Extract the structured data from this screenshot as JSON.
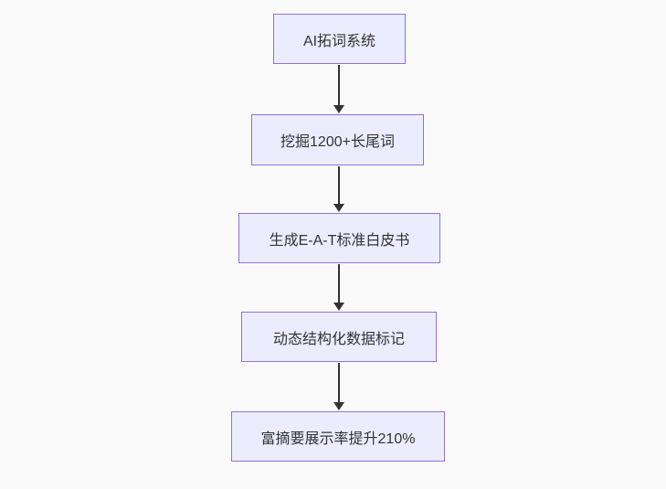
{
  "diagram": {
    "type": "flowchart",
    "direction": "top-down",
    "nodes": [
      {
        "id": "step-1",
        "label": "AI拓词系统"
      },
      {
        "id": "step-2",
        "label": "挖掘1200+长尾词"
      },
      {
        "id": "step-3",
        "label": "生成E-A-T标准白皮书"
      },
      {
        "id": "step-4",
        "label": "动态结构化数据标记"
      },
      {
        "id": "step-5",
        "label": "富摘要展示率提升210%"
      }
    ],
    "edges": [
      {
        "from": "step-1",
        "to": "step-2"
      },
      {
        "from": "step-2",
        "to": "step-3"
      },
      {
        "from": "step-3",
        "to": "step-4"
      },
      {
        "from": "step-4",
        "to": "step-5"
      }
    ],
    "colors": {
      "background": "#fafafa",
      "node_fill": "#ececff",
      "node_border": "#9370db",
      "text": "#333333",
      "arrow": "#333333"
    }
  }
}
